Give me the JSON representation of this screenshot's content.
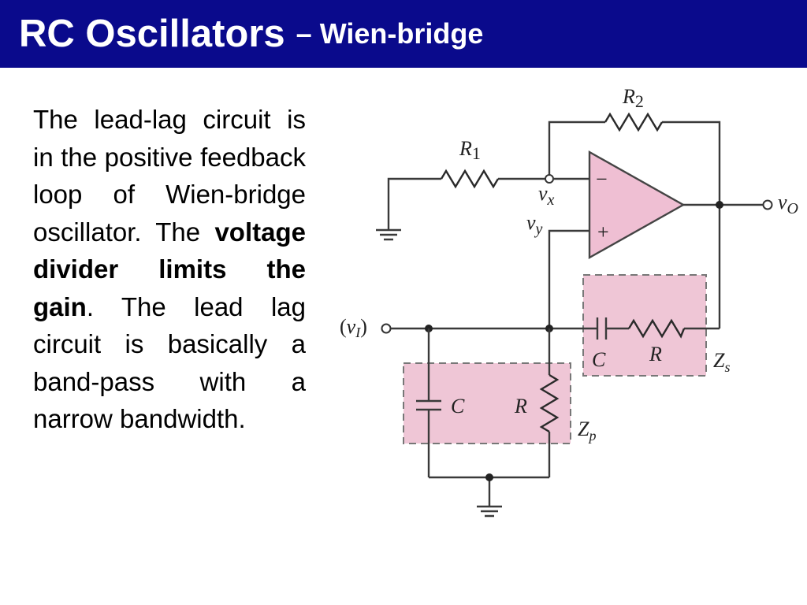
{
  "title": {
    "main": "RC Oscillators",
    "separator": "–",
    "subtitle": "Wien-bridge"
  },
  "body": {
    "part1": "The lead-lag circuit is in the positive feedback loop of Wien-bridge oscillator. The ",
    "bold": "voltage divider limits the gain",
    "part2": ". The lead lag circuit is basically a band-pass with a narrow bandwidth."
  },
  "circuit": {
    "r2": {
      "letter": "R",
      "sub": "2"
    },
    "r1": {
      "letter": "R",
      "sub": "1"
    },
    "vx": {
      "letter": "v",
      "sub": "x"
    },
    "vy": {
      "letter": "v",
      "sub": "y"
    },
    "vo": {
      "letter": "v",
      "sub": "O"
    },
    "vi": {
      "open": "(",
      "letter": "v",
      "sub": "I",
      "close": ")"
    },
    "minus": "−",
    "plus": "+",
    "zs": {
      "letter": "Z",
      "sub": "s"
    },
    "zp": {
      "letter": "Z",
      "sub": "p"
    },
    "c_series": "C",
    "r_series": "R",
    "c_parallel": "C",
    "r_parallel": "R",
    "colors": {
      "box_fill": "#efc6d6",
      "opamp_fill": "#efbfd3",
      "title_bg": "#0a0a8c"
    }
  }
}
